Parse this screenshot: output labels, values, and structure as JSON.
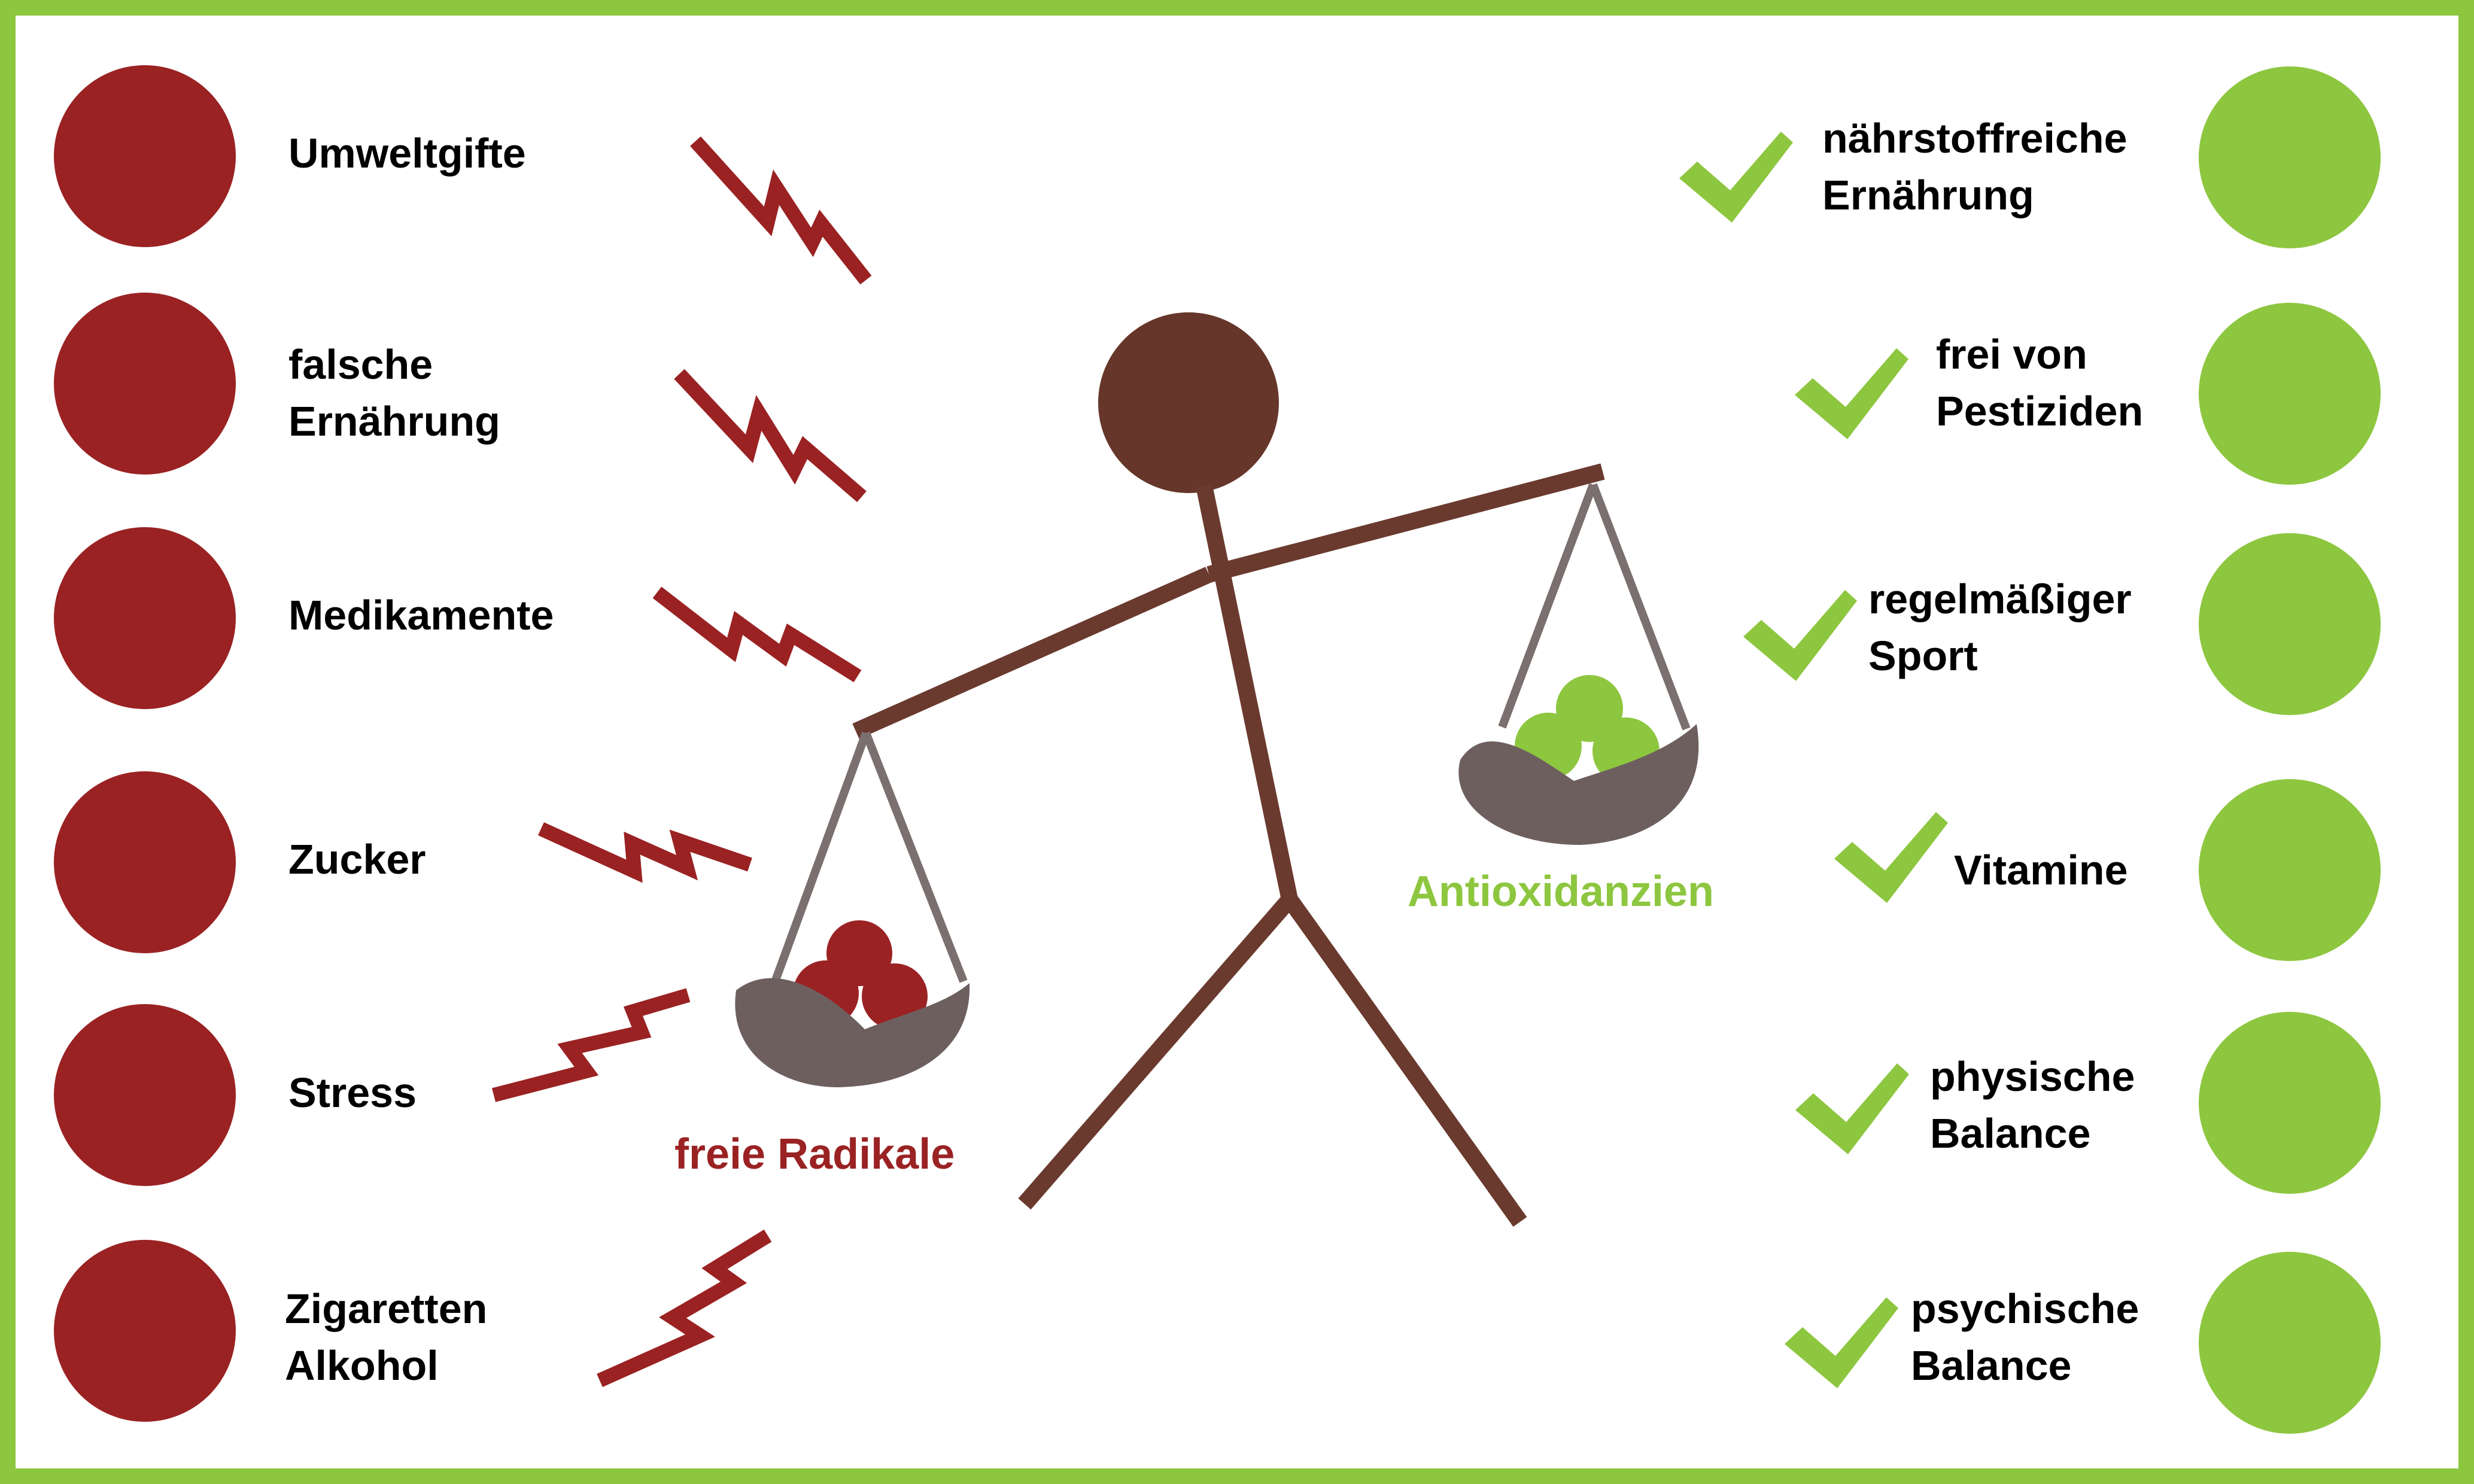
{
  "colors": {
    "frame": "#8dc63f",
    "negative": "#9a2223",
    "positive": "#8dc63f",
    "figure": "#6a3a2e",
    "head": "#653629",
    "pan": "#6e5f5f",
    "string": "#7c6f70"
  },
  "negatives": [
    {
      "line1": "Umweltgifte",
      "line2": ""
    },
    {
      "line1": "falsche",
      "line2": "Ernährung"
    },
    {
      "line1": "Medikamente",
      "line2": ""
    },
    {
      "line1": "Zucker",
      "line2": ""
    },
    {
      "line1": "Stress",
      "line2": ""
    },
    {
      "line1": "Zigaretten",
      "line2": "Alkohol"
    }
  ],
  "positives": [
    {
      "line1": "nährstoffreiche",
      "line2": "Ernährung"
    },
    {
      "line1": "frei von",
      "line2": "Pestiziden"
    },
    {
      "line1": "regelmäßiger",
      "line2": "Sport"
    },
    {
      "line1": "Vitamine",
      "line2": ""
    },
    {
      "line1": "physische",
      "line2": "Balance"
    },
    {
      "line1": "psychische",
      "line2": "Balance"
    }
  ],
  "scale": {
    "left_label": "freie Radikale",
    "right_label": "Antioxidanzien"
  }
}
